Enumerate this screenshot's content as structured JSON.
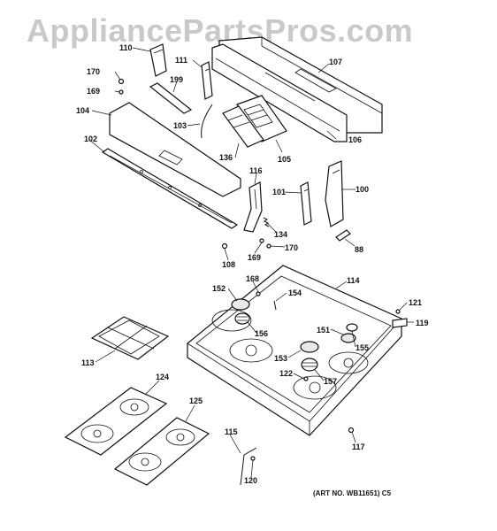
{
  "watermark": "AppliancePartsPros.com",
  "art_number": "(ART NO. WB11651) C5",
  "callouts": {
    "p100": "100",
    "p101": "101",
    "p102": "102",
    "p103": "103",
    "p104": "104",
    "p105": "105",
    "p106": "106",
    "p107": "107",
    "p108": "108",
    "p110": "110",
    "p111": "111",
    "p113": "113",
    "p114": "114",
    "p115": "115",
    "p116": "116",
    "p117": "117",
    "p119": "119",
    "p120": "120",
    "p121": "121",
    "p122": "122",
    "p124": "124",
    "p125": "125",
    "p134": "134",
    "p136": "136",
    "p151": "151",
    "p152": "152",
    "p153": "153",
    "p154": "154",
    "p155": "155",
    "p156": "156",
    "p157": "157",
    "p168": "168",
    "p169a": "169",
    "p169b": "169",
    "p170a": "170",
    "p170b": "170",
    "p199": "199",
    "p88": "88"
  }
}
